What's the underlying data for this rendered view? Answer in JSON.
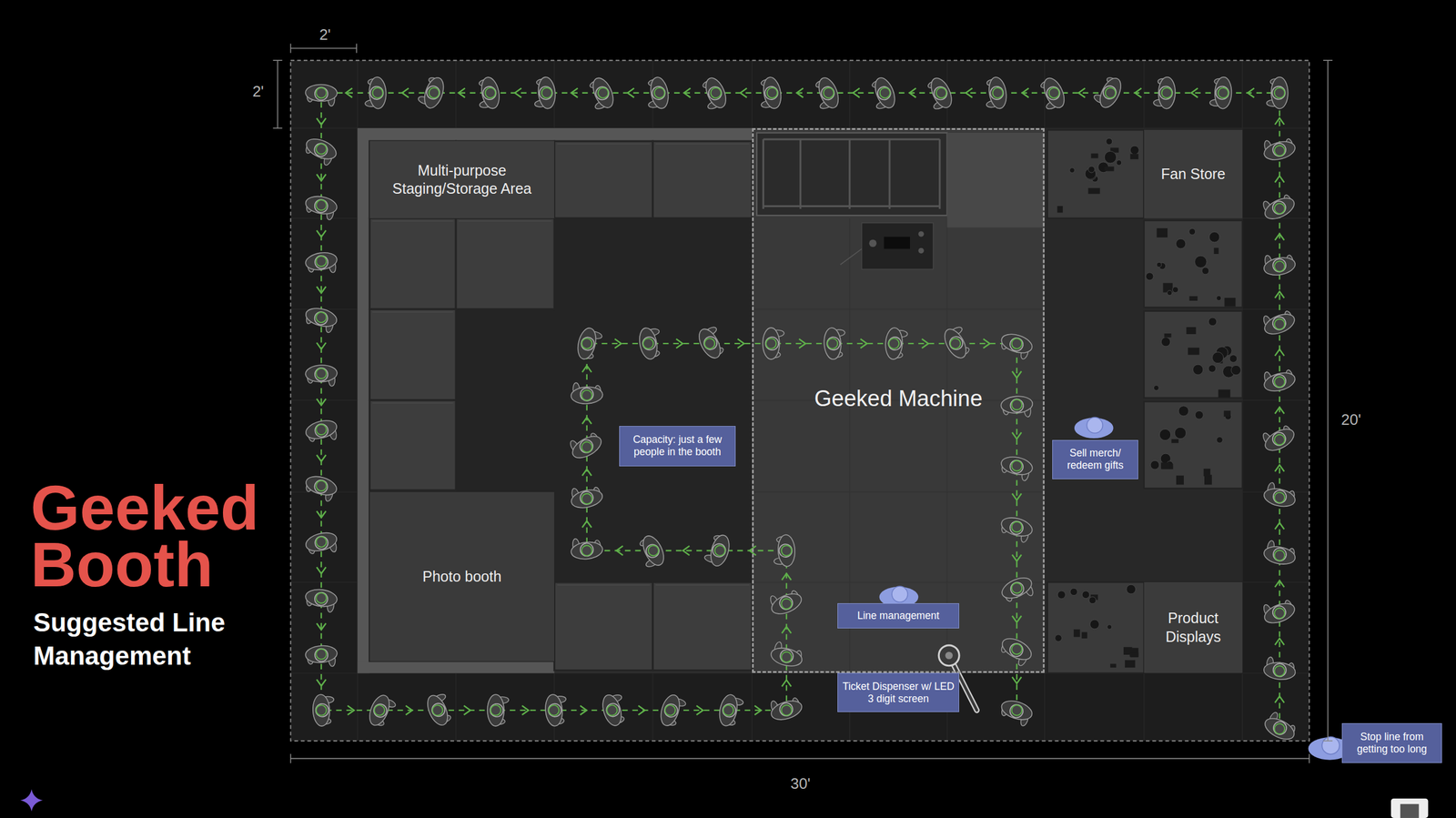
{
  "diagram": {
    "title": "Geeked Booth",
    "caption": "Suggested Line Management",
    "nodes": [
      {
        "text": [
          "Multi-purpose Staging/Storage Area"
        ]
      },
      {
        "text": [
          "Fan Store"
        ]
      },
      {
        "text": [
          "Geeked Machine"
        ]
      },
      {
        "text": [
          "Capacity: just a few people in the booth"
        ]
      },
      {
        "text": [
          "Sell merch/ redeem gifts"
        ]
      },
      {
        "text": [
          "Photo booth"
        ]
      },
      {
        "text": [
          "Line management"
        ],
        "in": 2
      },
      {
        "text": [
          "Product Displays"
        ]
      },
      {
        "text": [
          "Ticket Dispenser w/ LED 3 digit screen"
        ]
      },
      {
        "text": [
          "Stop line from getting too long"
        ]
      }
    ],
    "labels": [
      "2'",
      "2'",
      "20'",
      "30'"
    ]
  }
}
